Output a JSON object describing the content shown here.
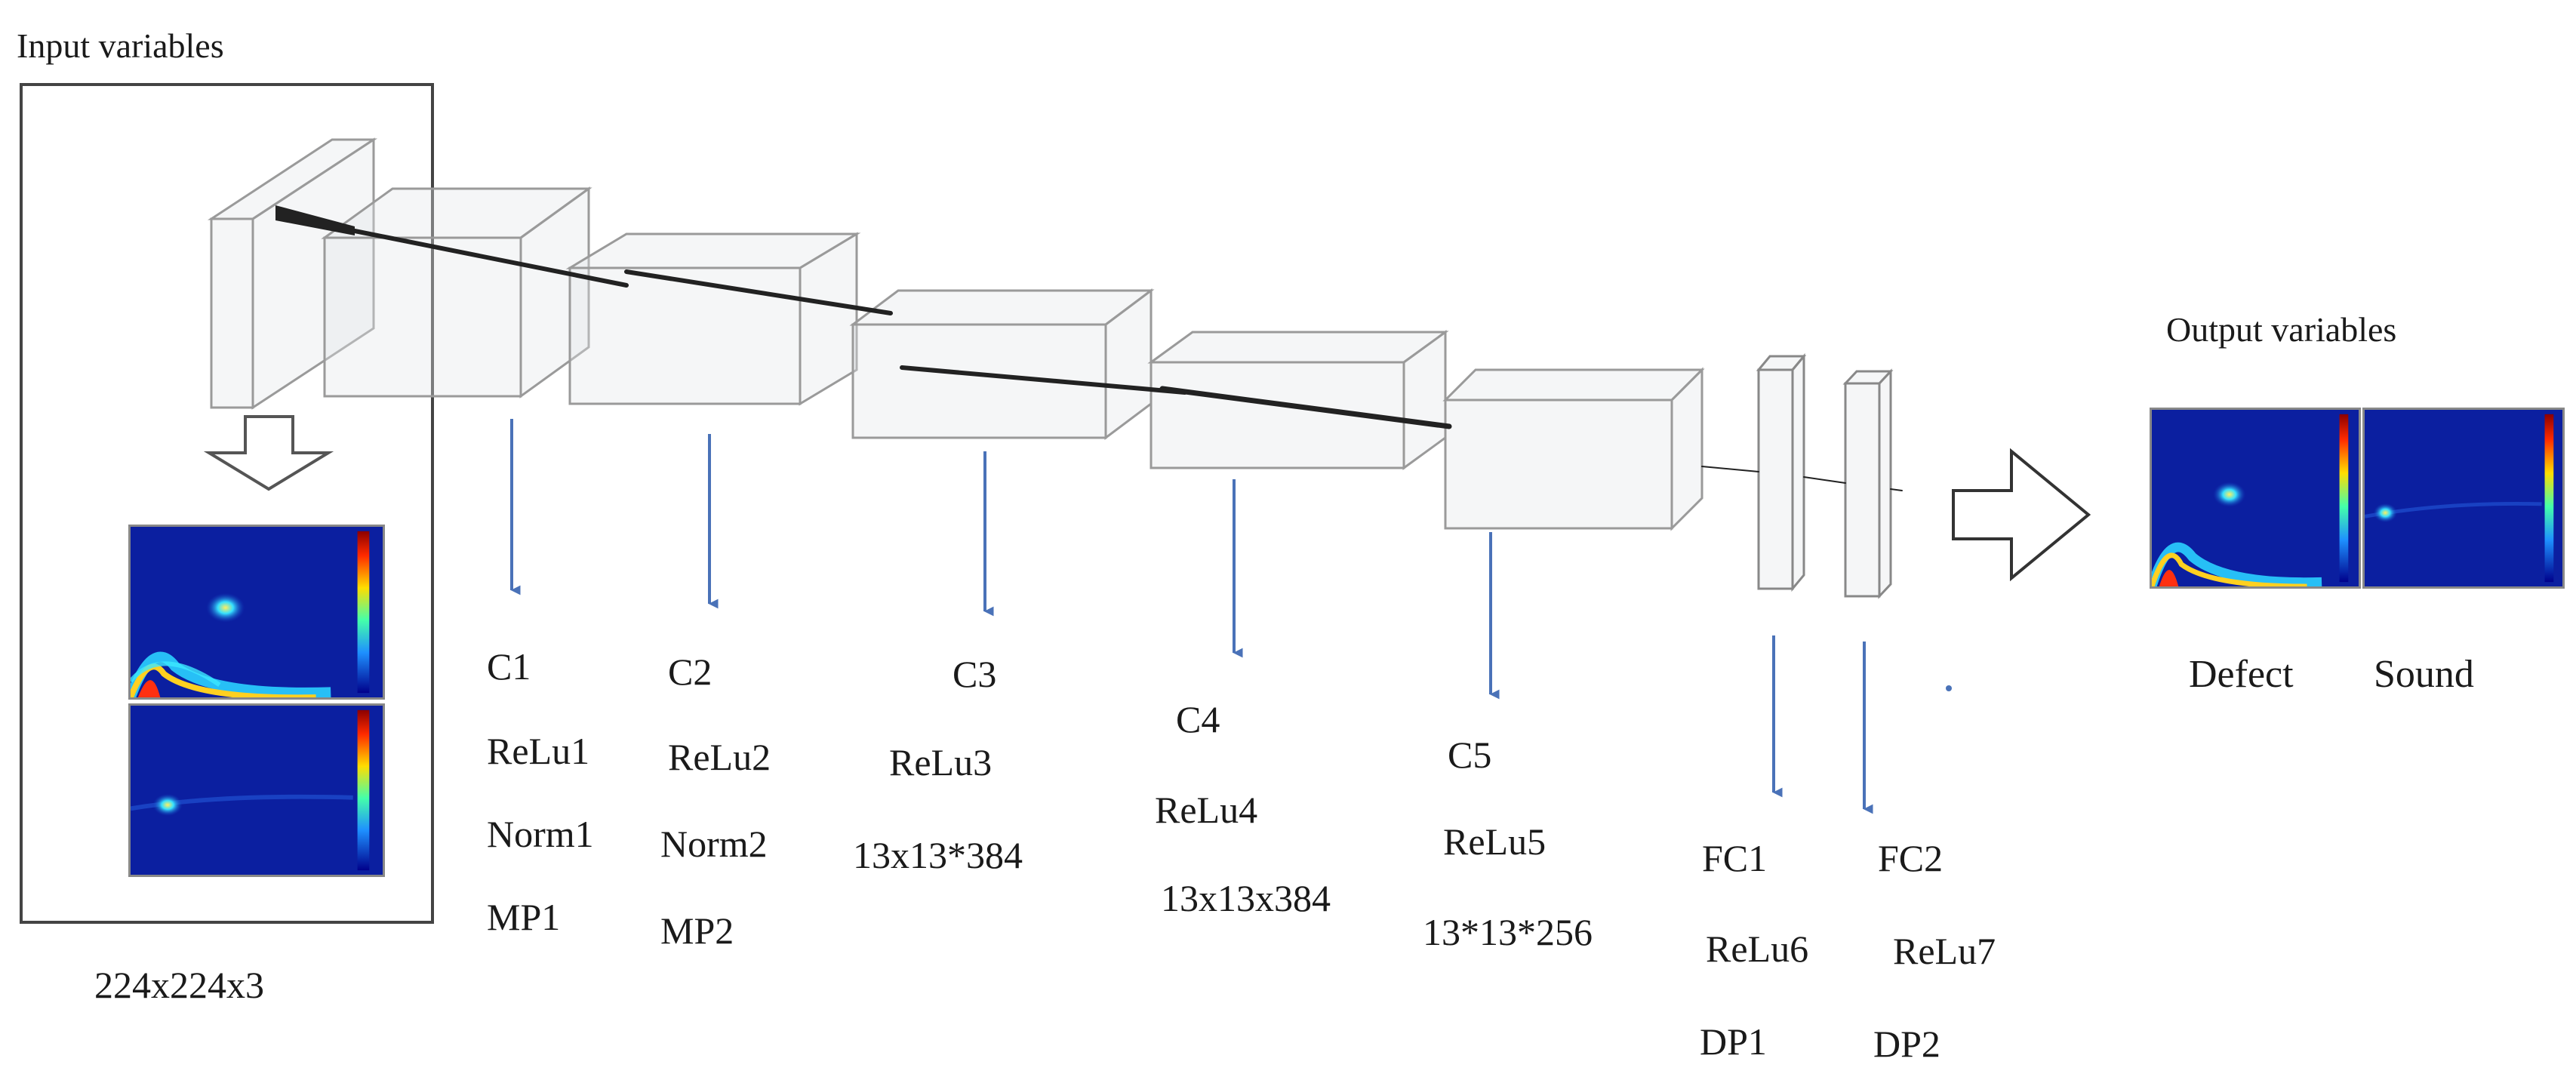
{
  "input_label": "Input variables",
  "output_label": "Output variables",
  "input_size": "224x224x3",
  "layers": [
    {
      "id": "c1",
      "lines": [
        "C1",
        "ReLu1",
        "Norm1",
        "MP1"
      ]
    },
    {
      "id": "c2",
      "lines": [
        "C2",
        "ReLu2",
        "Norm2",
        "MP2"
      ]
    },
    {
      "id": "c3",
      "lines": [
        "C3",
        "ReLu3",
        "13x13*384"
      ]
    },
    {
      "id": "c4",
      "lines": [
        "C4",
        "ReLu4",
        "13x13x384"
      ]
    },
    {
      "id": "c5",
      "lines": [
        "C5",
        "ReLu5",
        "13*13*256"
      ]
    },
    {
      "id": "fc1",
      "lines": [
        "FC1",
        "ReLu6",
        "DP1"
      ]
    },
    {
      "id": "fc2",
      "lines": [
        "FC2",
        "ReLu7",
        "DP2"
      ]
    }
  ],
  "outputs": {
    "defect": "Defect",
    "sound": "Sound"
  },
  "colors": {
    "box_stroke": "#9a9a9a",
    "arrow": "#4a72b8",
    "frame": "#444444",
    "flow_line": "#222222"
  }
}
